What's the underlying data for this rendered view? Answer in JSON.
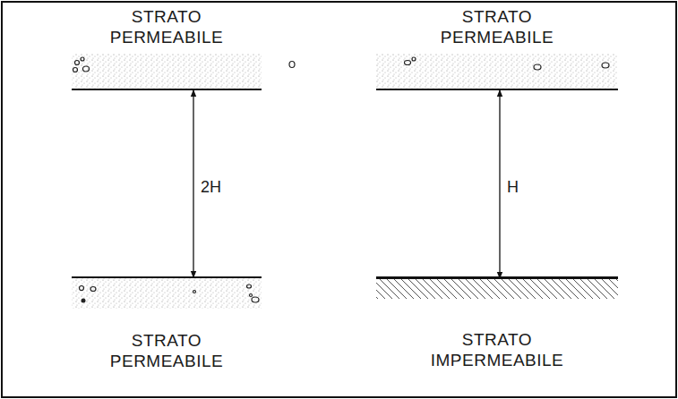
{
  "diagram": {
    "nodes": [
      {
        "text": [
          "STRATO PERMEABILE"
        ]
      },
      {
        "text": [
          "STRATO PERMEABILE"
        ]
      },
      {
        "text": [
          "STRATO PERMEABILE"
        ]
      },
      {
        "text": [
          "STRATO IMPERMEABILE"
        ]
      }
    ],
    "edges": [
      {
        "from": 0,
        "to": 2,
        "label": "2H",
        "arrow": "both"
      },
      {
        "from": 1,
        "to": 3,
        "label": "H",
        "arrow": "both"
      }
    ]
  }
}
